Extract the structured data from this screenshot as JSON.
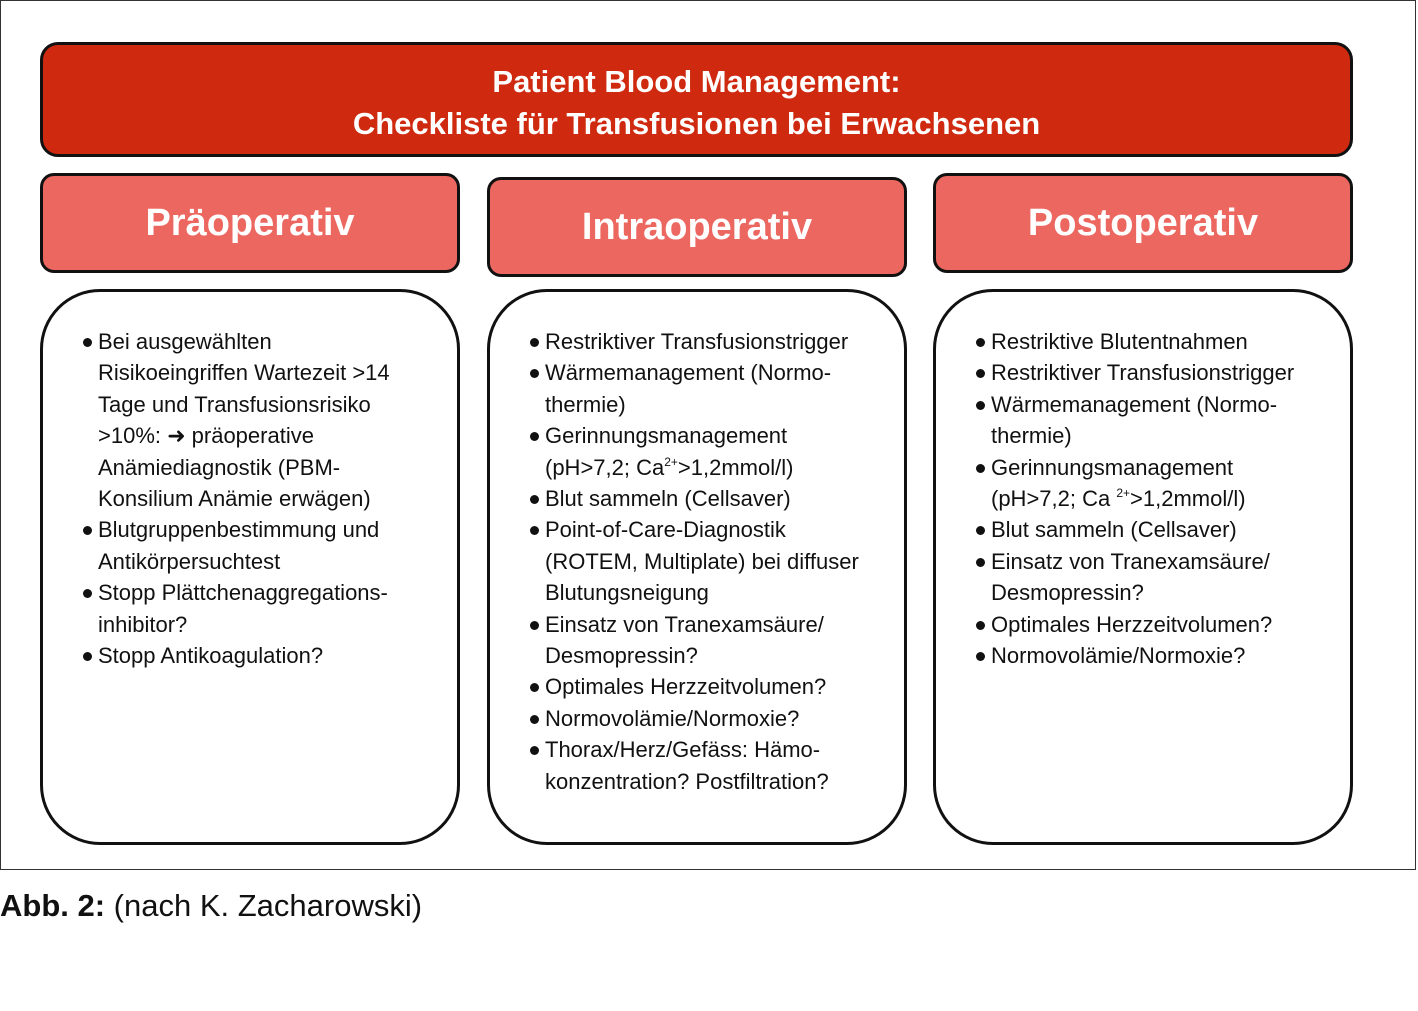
{
  "title": {
    "line1": "Patient Blood Management:",
    "line2": "Checkliste für Transfusionen bei Erwachsenen"
  },
  "phases": [
    {
      "header": "Präoperativ",
      "items": [
        [
          "Bei ausgewählten",
          "Risikoeingriffen Wartezeit >14",
          "Tage und Transfusionsrisiko",
          ">10%: ➜ präoperative",
          "Anämiediagnostik (PBM-",
          "Konsilium Anämie erwägen)"
        ],
        [
          "Blutgruppenbestimmung und",
          "Antikörpersuchtest"
        ],
        [
          "Stopp Plättchenaggregations-",
          "inhibitor?"
        ],
        [
          "Stopp Antikoagulation?"
        ]
      ]
    },
    {
      "header": "Intraoperativ",
      "items": [
        [
          "Restriktiver Transfusionstrigger"
        ],
        [
          "Wärmemanagement (Normo-",
          "thermie)"
        ],
        [
          "Gerinnungsmanagement",
          "(pH>7,2; Ca|2+|>1,2mmol/l)"
        ],
        [
          "Blut sammeln (Cellsaver)"
        ],
        [
          "Point-of-Care-Diagnostik",
          "(ROTEM, Multiplate) bei diffuser",
          "Blutungsneigung"
        ],
        [
          "Einsatz von Tranexamsäure/",
          "Desmopressin?"
        ],
        [
          "Optimales Herzzeitvolumen?"
        ],
        [
          "Normovolämie/Normoxie?"
        ],
        [
          "Thorax/Herz/Gefäss: Hämo-",
          "konzentration? Postfiltration?"
        ]
      ]
    },
    {
      "header": "Postoperativ",
      "items": [
        [
          "Restriktive Blutentnahmen"
        ],
        [
          "Restriktiver Transfusionstrigger"
        ],
        [
          "Wärmemanagement (Normo-",
          "thermie)"
        ],
        [
          "Gerinnungsmanagement",
          "(pH>7,2; Ca |2+|>1,2mmol/l)"
        ],
        [
          "Blut sammeln (Cellsaver)"
        ],
        [
          "Einsatz von Tranexamsäure/",
          "Desmopressin?"
        ],
        [
          "Optimales Herzzeitvolumen?"
        ],
        [
          "Normovolämie/Normoxie?"
        ]
      ]
    }
  ],
  "caption": {
    "label": "Abb. 2:",
    "text": " (nach K. Zacharowski)"
  },
  "colors": {
    "title_background": "#cf2a10",
    "header_background": "#ec6760",
    "border": "#111111",
    "text_on_red": "#ffffff"
  }
}
